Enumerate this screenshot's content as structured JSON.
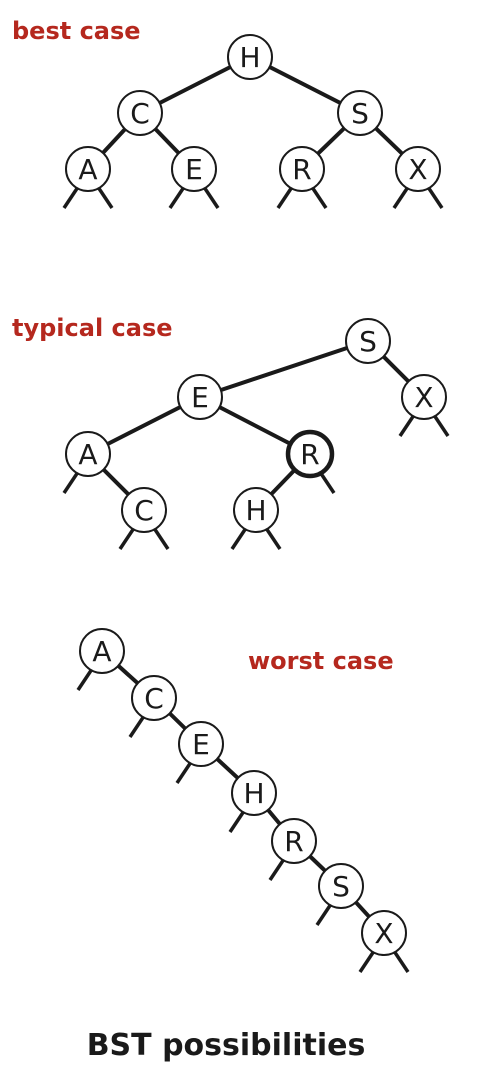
{
  "colors": {
    "label": "#b5281e",
    "ink": "#1a1a1a"
  },
  "title": "BST possibilities",
  "trees": [
    {
      "label": "best case",
      "nodes": [
        {
          "key": "H",
          "parent": null,
          "side": null
        },
        {
          "key": "C",
          "parent": "H",
          "side": "left"
        },
        {
          "key": "S",
          "parent": "H",
          "side": "right"
        },
        {
          "key": "A",
          "parent": "C",
          "side": "left"
        },
        {
          "key": "E",
          "parent": "C",
          "side": "right"
        },
        {
          "key": "R",
          "parent": "S",
          "side": "left"
        },
        {
          "key": "X",
          "parent": "S",
          "side": "right"
        }
      ],
      "highlighted": null
    },
    {
      "label": "typical case",
      "nodes": [
        {
          "key": "S",
          "parent": null,
          "side": null
        },
        {
          "key": "E",
          "parent": "S",
          "side": "left"
        },
        {
          "key": "X",
          "parent": "S",
          "side": "right"
        },
        {
          "key": "A",
          "parent": "E",
          "side": "left"
        },
        {
          "key": "R",
          "parent": "E",
          "side": "right"
        },
        {
          "key": "C",
          "parent": "A",
          "side": "right"
        },
        {
          "key": "H",
          "parent": "R",
          "side": "left"
        }
      ],
      "highlighted": "R"
    },
    {
      "label": "worst case",
      "nodes": [
        {
          "key": "A",
          "parent": null,
          "side": null
        },
        {
          "key": "C",
          "parent": "A",
          "side": "right"
        },
        {
          "key": "E",
          "parent": "C",
          "side": "right"
        },
        {
          "key": "H",
          "parent": "E",
          "side": "right"
        },
        {
          "key": "R",
          "parent": "H",
          "side": "right"
        },
        {
          "key": "S",
          "parent": "R",
          "side": "right"
        },
        {
          "key": "X",
          "parent": "S",
          "side": "right"
        }
      ],
      "highlighted": null
    }
  ]
}
